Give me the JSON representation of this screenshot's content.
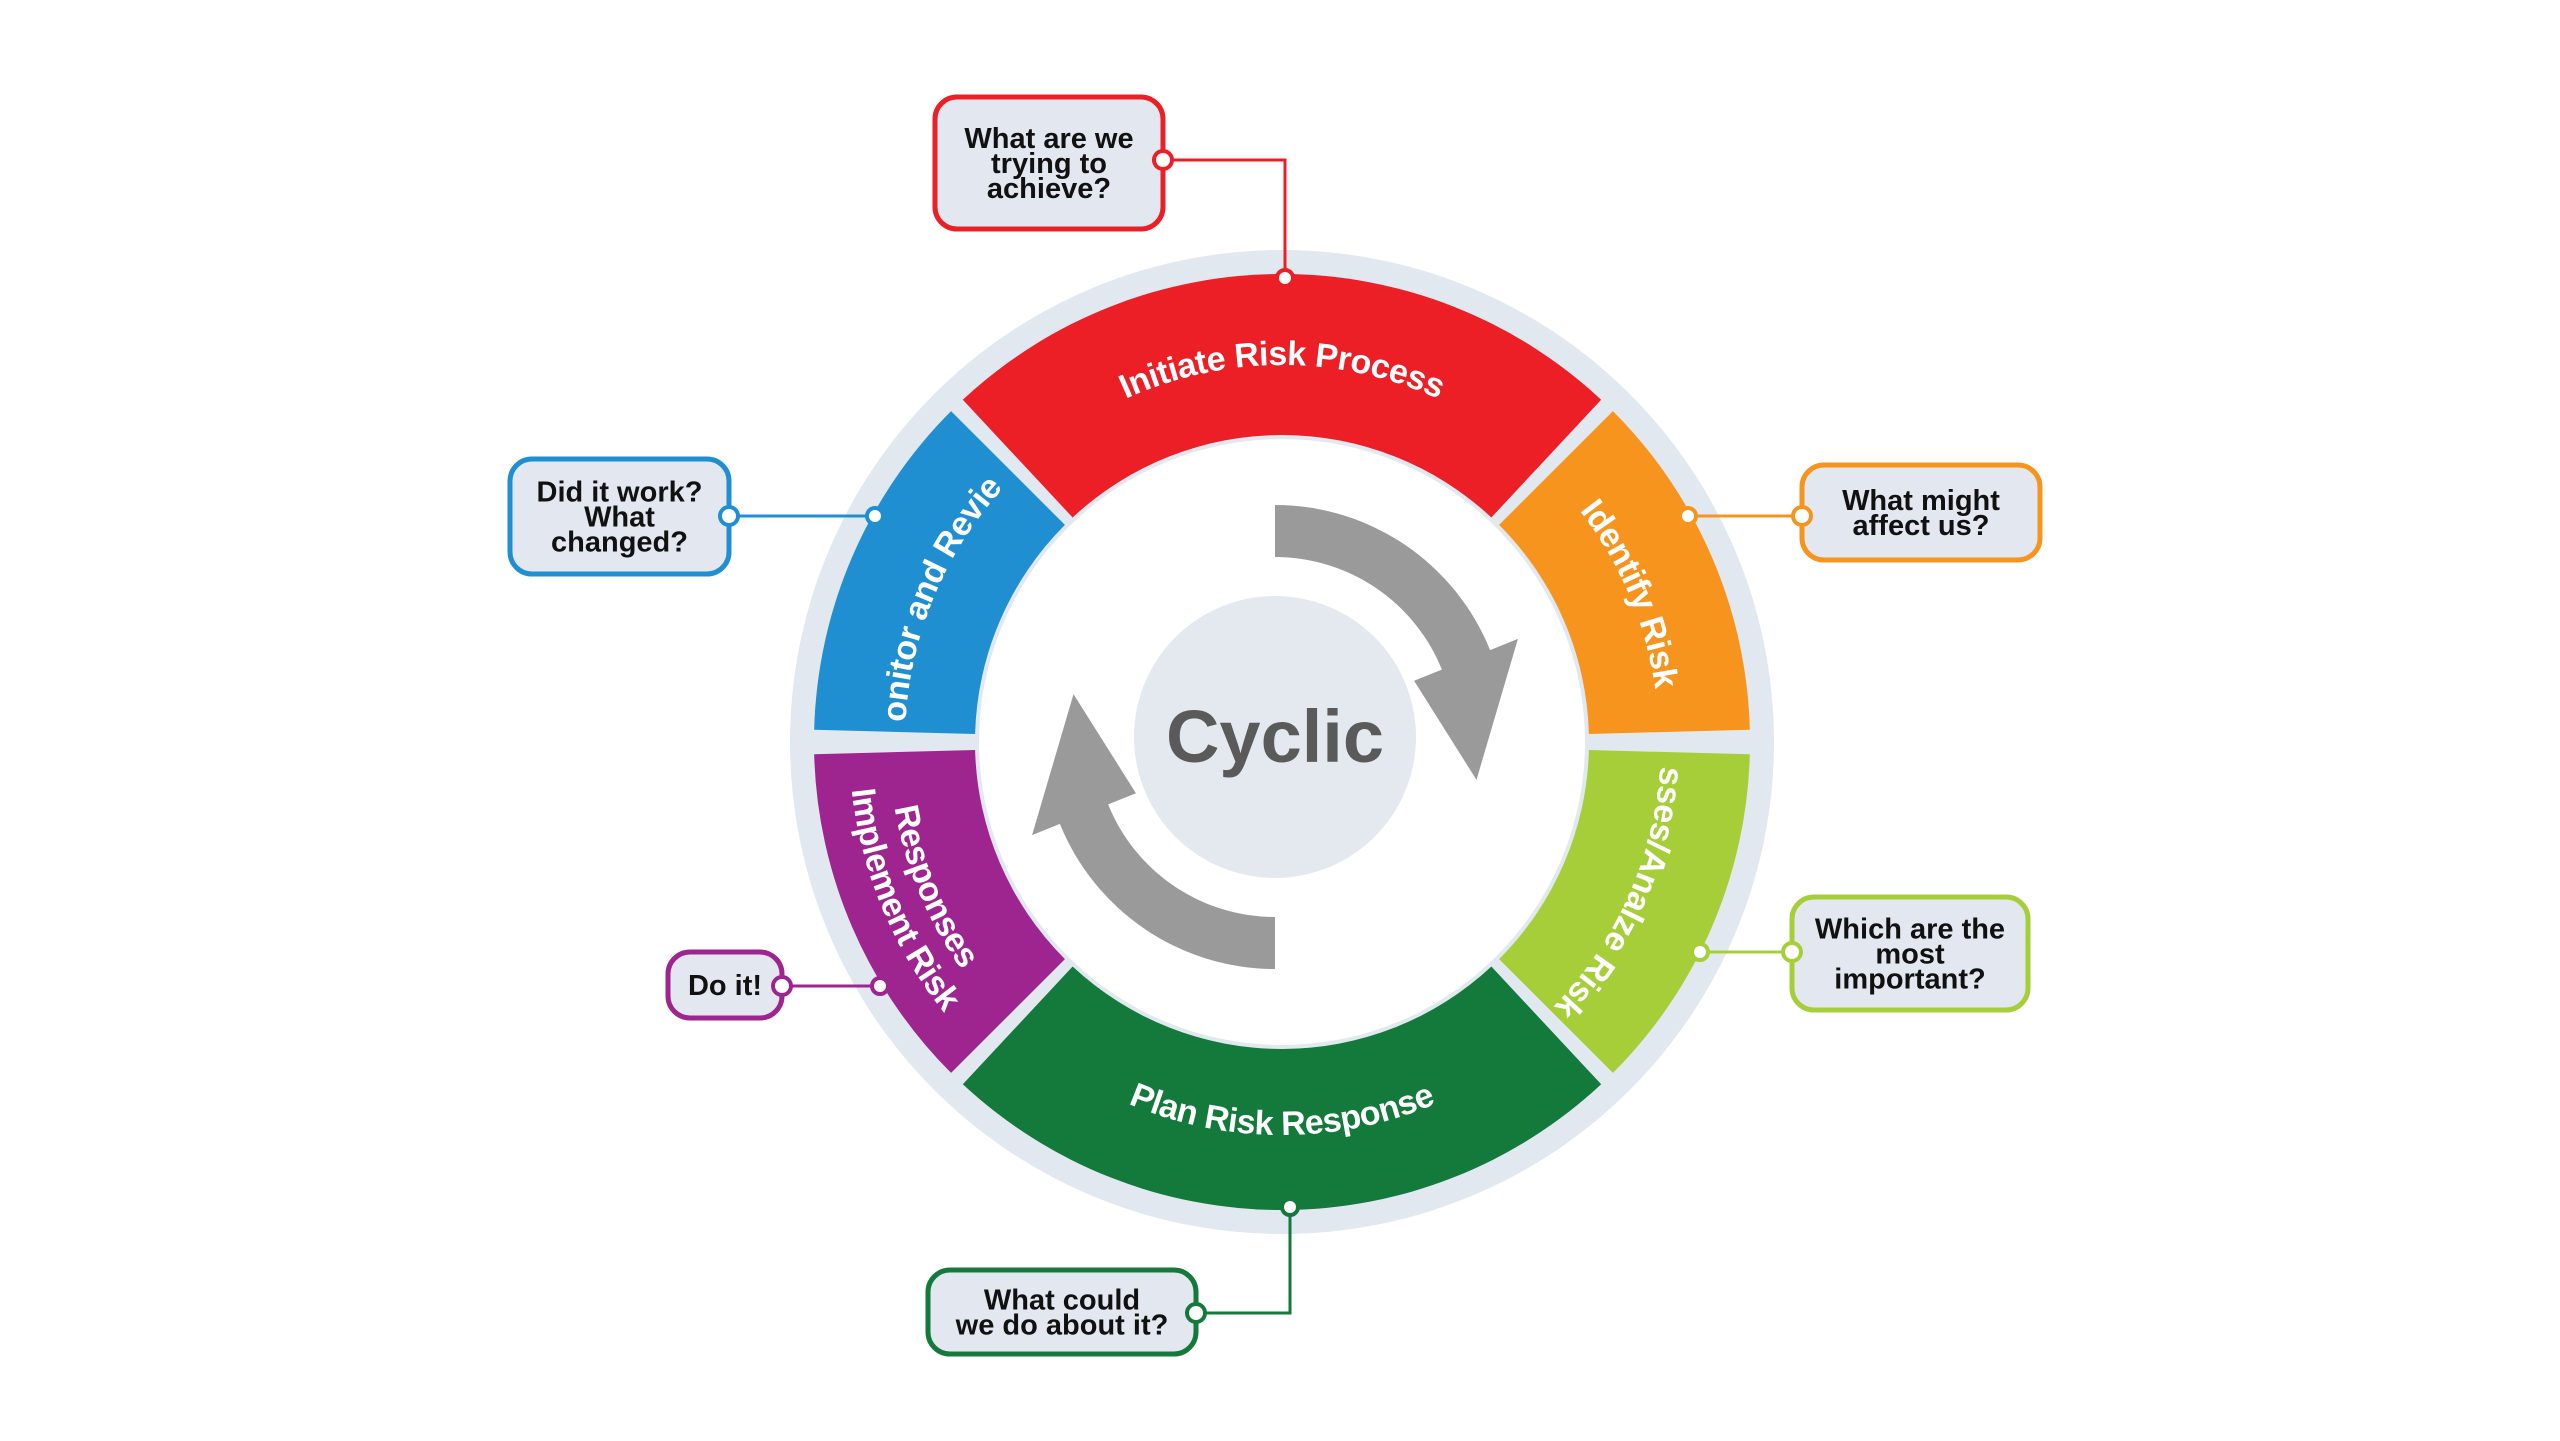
{
  "center": {
    "label": "Cyclic"
  },
  "colors": {
    "ring": "#e2e8f0",
    "center": "#e4e8ef",
    "arrow": "#9a9a9a",
    "callout_fill": "#e3e8f0"
  },
  "segments": [
    {
      "id": "initiate",
      "label_lines": [
        "Initiate Risk Process"
      ],
      "color": "#ec1f27",
      "callout": {
        "lines": [
          "What are we",
          "trying to",
          "achieve?"
        ]
      }
    },
    {
      "id": "identify",
      "label_lines": [
        "Identify Risk"
      ],
      "color": "#f7941d",
      "callout": {
        "lines": [
          "What might",
          "affect us?"
        ]
      }
    },
    {
      "id": "assess",
      "label_lines": [
        "Asses/Analze Risks"
      ],
      "color": "#a6ce39",
      "callout": {
        "lines": [
          "Which are the",
          "most",
          "important?"
        ]
      }
    },
    {
      "id": "plan",
      "label_lines": [
        "Plan Risk Response"
      ],
      "color": "#137a3c",
      "callout": {
        "lines": [
          "What could",
          "we do about it?"
        ]
      }
    },
    {
      "id": "implement",
      "label_lines": [
        "Implement Risk",
        "Responses"
      ],
      "color": "#9e248f",
      "callout": {
        "lines": [
          "Do it!"
        ]
      }
    },
    {
      "id": "monitor",
      "label_lines": [
        "Monitor and Review"
      ],
      "color": "#1f8fd1",
      "callout": {
        "lines": [
          "Did it work?",
          "What",
          "changed?"
        ]
      }
    }
  ]
}
